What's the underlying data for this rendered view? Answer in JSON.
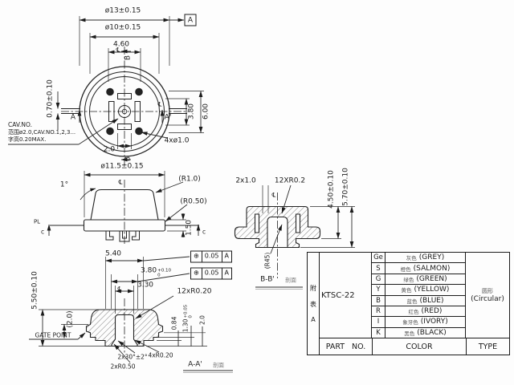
{
  "sym": {
    "cl": "℄",
    "pos": "⊕",
    "pl": "PL"
  },
  "top_view": {
    "dia13": "ø13±0.15",
    "dia10": "ø10±0.15",
    "d460": "4.60",
    "d070": "0.70±0.10",
    "d380": "3.80",
    "d600": "6.00",
    "d20": "2.0",
    "d4x1": "4xø1.0",
    "datum": "A",
    "sec_a": "A",
    "sec_a2": "A'",
    "sec_b_top": "B",
    "sec_b_bot": "B",
    "cav1": "CAV.NO.",
    "cav2": "范围ø2.0,CAV.NO.1,2,3...",
    "cav3": "字高0.20MAX."
  },
  "side_view": {
    "dia115": "ø11.5±0.15",
    "r10": "(R1.0)",
    "r050": "(R0.50)",
    "ang": "1°",
    "d150": "1.50",
    "c_left": "c",
    "c_right": "c"
  },
  "section_aa": {
    "d540": "5.40",
    "d380": "3.80",
    "d380_up": "+0.10",
    "d380_dn": "0",
    "d330": "3.30",
    "d550": "5.50±0.10",
    "d20ref": "(2.0)",
    "r12": "12xR0.20",
    "gate": "GATE POINT",
    "d084": "0.84",
    "d130": "1.30",
    "d130_up": "+0.05",
    "d130_dn": "0",
    "d20": "2.0",
    "cham": "2x30°±2°",
    "r2x": "2xR0.50",
    "r4x": "4xR0.20",
    "fcf_tol": "0.05",
    "fcf_datum": "A",
    "title": "A-A'",
    "title_cn": "剖面"
  },
  "section_bb": {
    "d2x1": "2x1.0",
    "r12": "12XR0.2",
    "r45": "(R45)",
    "d450": "4.50±0.10",
    "d570": "5.70±0.10",
    "title": "B-B'",
    "title_cn": "剖面"
  },
  "table": {
    "side": [
      "附",
      "表",
      "A"
    ],
    "part_no": "KTSC-22",
    "colors": [
      {
        "code": "Ge",
        "cn": "灰色",
        "en": "(GREY)"
      },
      {
        "code": "S",
        "cn": "橙色",
        "en": "(SALMON)"
      },
      {
        "code": "G",
        "cn": "绿色",
        "en": "(GREEN)"
      },
      {
        "code": "Y",
        "cn": "黄色",
        "en": "(YELLOW)"
      },
      {
        "code": "B",
        "cn": "蓝色",
        "en": "(BLUE)"
      },
      {
        "code": "R",
        "cn": "红色",
        "en": "(RED)"
      },
      {
        "code": "I",
        "cn": "象牙色",
        "en": "(IVORY)"
      },
      {
        "code": "K",
        "cn": "黑色",
        "en": "(BLACK)"
      }
    ],
    "type_cn": "圆形",
    "type_en": "(Circular)",
    "f_part": "PART NO.",
    "f_color": "COLOR",
    "f_type": "TYPE"
  }
}
